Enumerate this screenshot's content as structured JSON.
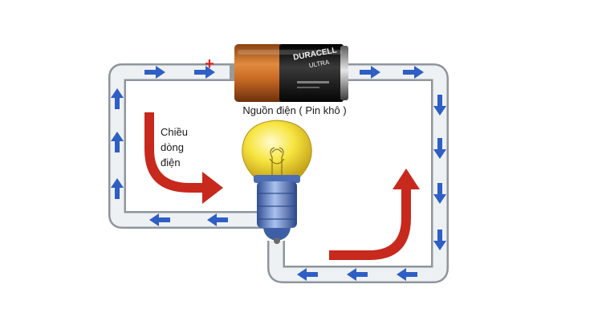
{
  "battery": {
    "label": "Nguồn điện ( Pin khô )",
    "brand": "DURACELL",
    "model": "ULTRA",
    "plus_sign": "+"
  },
  "current_label": {
    "line1": "Chiều",
    "line2": "dòng",
    "line3": "điện"
  },
  "colors": {
    "wire_fill": "#eef1f4",
    "wire_outline": "#8e959c",
    "arrow": "#2f5fc4",
    "direction_arrow": "#c7291d",
    "battery_copper": "#c9702b",
    "battery_black": "#1b1b1b",
    "bulb_glass": "#f6e34a",
    "bulb_base": "#6a8bd0"
  }
}
